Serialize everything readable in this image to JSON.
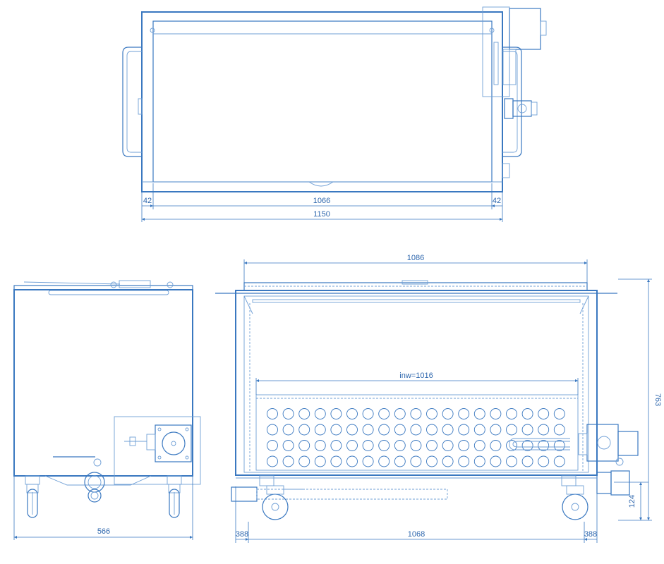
{
  "colors": {
    "line": "#3a78c0",
    "thin": "#6f9fd6",
    "text": "#2d66ad",
    "background": "#ffffff"
  },
  "dimensions": {
    "top_view": {
      "left_margin": "42",
      "inner": "1066",
      "right_margin": "42",
      "overall": "1150"
    },
    "side_view": {
      "width": "566"
    },
    "front_view": {
      "top_length": "1086",
      "inner_width": "inw=1016",
      "height": "763",
      "outlet_height": "124",
      "left_offset": "388",
      "wheelbase": "1068",
      "right_offset": "388"
    }
  }
}
